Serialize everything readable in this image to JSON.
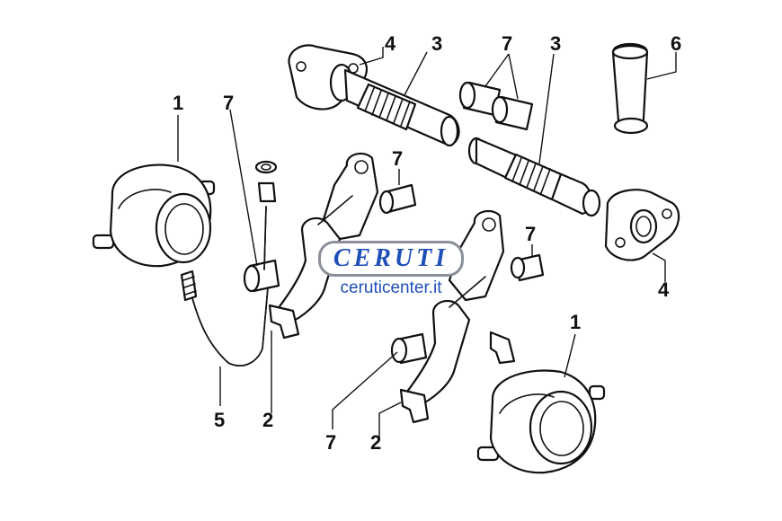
{
  "callouts": {
    "c1a": "1",
    "c1b": "1",
    "c2a": "2",
    "c2b": "2",
    "c3a": "3",
    "c3b": "3",
    "c4a": "4",
    "c4b": "4",
    "c5": "5",
    "c6": "6",
    "c7a": "7",
    "c7b": "7",
    "c7c": "7",
    "c7d": "7",
    "c7e": "7"
  },
  "watermark": {
    "logo": "CERUTI",
    "url": "ceruticenter.it"
  }
}
